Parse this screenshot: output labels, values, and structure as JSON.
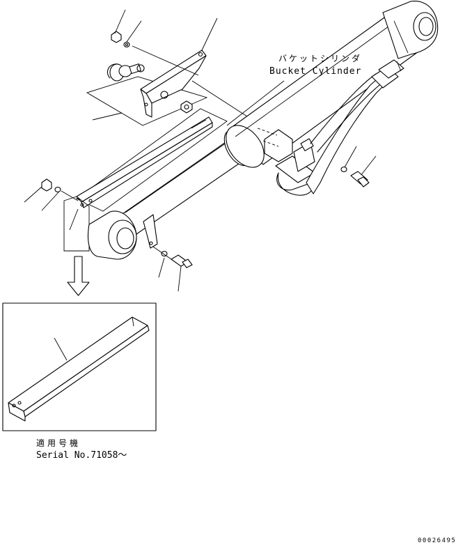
{
  "labels": {
    "bucket_cylinder_jp": "バケットシリンダ",
    "bucket_cylinder_en": "Bucket Cylinder",
    "serial_jp": "適用号機",
    "serial_en": "Serial No.71058～",
    "drawing_number": "00026495"
  }
}
